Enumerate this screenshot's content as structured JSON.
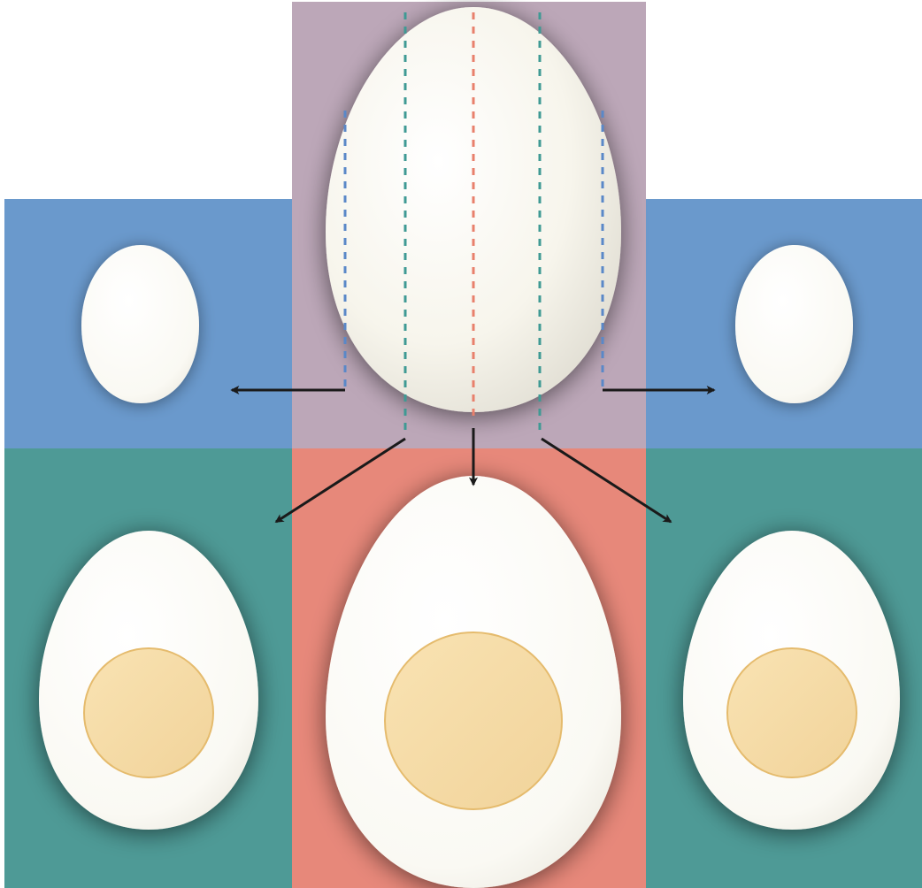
{
  "colors": {
    "background": "#ffffff",
    "whole_egg_panel": "#bca7b8",
    "outer_slice_panel": "#6a99cc",
    "mid_slice_panel": "#4e9a96",
    "center_slice_panel": "#e7887a",
    "egg_white": "#fbfaf5",
    "yolk": "#f5dca9",
    "yolk_edge": "#e5bb6d",
    "cut_outer": "#5a88c8",
    "cut_mid": "#3f9a94",
    "cut_center": "#e8806c",
    "arrow": "#1a1a1a"
  },
  "diagram": {
    "nodes": [
      {
        "id": "whole-egg",
        "icon": "whole-egg-icon"
      },
      {
        "id": "outer-slice-left",
        "icon": "egg-white-slice-icon"
      },
      {
        "id": "outer-slice-right",
        "icon": "egg-white-slice-icon"
      },
      {
        "id": "mid-slice-left",
        "icon": "egg-slice-with-yolk-icon"
      },
      {
        "id": "center-slice",
        "icon": "egg-slice-with-large-yolk-icon"
      },
      {
        "id": "mid-slice-right",
        "icon": "egg-slice-with-yolk-icon"
      }
    ],
    "cut_lines": [
      {
        "id": "cut-outer-left",
        "pair": "outer"
      },
      {
        "id": "cut-mid-left",
        "pair": "mid"
      },
      {
        "id": "cut-center",
        "pair": "center"
      },
      {
        "id": "cut-mid-right",
        "pair": "mid"
      },
      {
        "id": "cut-outer-right",
        "pair": "outer"
      }
    ],
    "arrows": [
      {
        "from": "cut-outer-left",
        "to": "outer-slice-left"
      },
      {
        "from": "cut-outer-right",
        "to": "outer-slice-right"
      },
      {
        "from": "cut-mid-left",
        "to": "mid-slice-left"
      },
      {
        "from": "cut-center",
        "to": "center-slice"
      },
      {
        "from": "cut-mid-right",
        "to": "mid-slice-right"
      }
    ]
  }
}
